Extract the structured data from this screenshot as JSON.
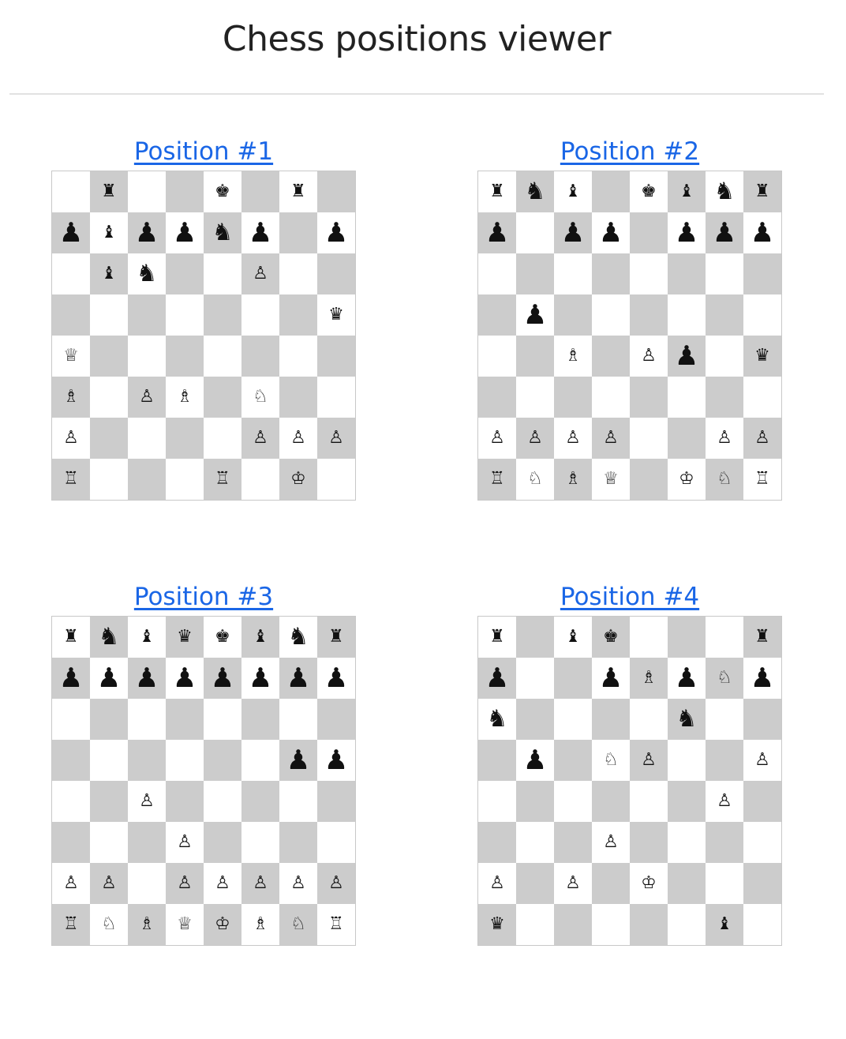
{
  "header": {
    "title": "Chess positions viewer"
  },
  "positions": [
    {
      "label": "Position #1",
      "board": [
        [
          "",
          "♜",
          "",
          "",
          "♚",
          "",
          "♜",
          ""
        ],
        [
          "♟",
          "♝",
          "♟",
          "♟",
          "♞",
          "♟",
          "",
          "♟"
        ],
        [
          "",
          "♝",
          "♞",
          "",
          "",
          "♙",
          "",
          ""
        ],
        [
          "",
          "",
          "",
          "",
          "",
          "",
          "",
          "♛"
        ],
        [
          "♕",
          "",
          "",
          "",
          "",
          "",
          "",
          ""
        ],
        [
          "♗",
          "",
          "♙",
          "♗",
          "",
          "♘",
          "",
          ""
        ],
        [
          "♙",
          "",
          "",
          "",
          "",
          "♙",
          "♙",
          "♙"
        ],
        [
          "♖",
          "",
          "",
          "",
          "♖",
          "",
          "♔",
          ""
        ]
      ]
    },
    {
      "label": "Position #2",
      "board": [
        [
          "♜",
          "♞",
          "♝",
          "",
          "♚",
          "♝",
          "♞",
          "♜"
        ],
        [
          "♟",
          "",
          "♟",
          "♟",
          "",
          "♟",
          "♟",
          "♟"
        ],
        [
          "",
          "",
          "",
          "",
          "",
          "",
          "",
          ""
        ],
        [
          "",
          "♟",
          "",
          "",
          "",
          "",
          "",
          ""
        ],
        [
          "",
          "",
          "♗",
          "",
          "♙",
          "♟",
          "",
          "♛"
        ],
        [
          "",
          "",
          "",
          "",
          "",
          "",
          "",
          ""
        ],
        [
          "♙",
          "♙",
          "♙",
          "♙",
          "",
          "",
          "♙",
          "♙"
        ],
        [
          "♖",
          "♘",
          "♗",
          "♕",
          "",
          "♔",
          "♘",
          "♖"
        ]
      ]
    },
    {
      "label": "Position #3",
      "board": [
        [
          "♜",
          "♞",
          "♝",
          "♛",
          "♚",
          "♝",
          "♞",
          "♜"
        ],
        [
          "♟",
          "♟",
          "♟",
          "♟",
          "♟",
          "♟",
          "♟",
          "♟"
        ],
        [
          "",
          "",
          "",
          "",
          "",
          "",
          "",
          ""
        ],
        [
          "",
          "",
          "",
          "",
          "",
          "",
          "♟",
          "♟"
        ],
        [
          "",
          "",
          "♙",
          "",
          "",
          "",
          "",
          ""
        ],
        [
          "",
          "",
          "",
          "♙",
          "",
          "",
          "",
          ""
        ],
        [
          "♙",
          "♙",
          "",
          "♙",
          "♙",
          "♙",
          "♙",
          "♙"
        ],
        [
          "♖",
          "♘",
          "♗",
          "♕",
          "♔",
          "♗",
          "♘",
          "♖"
        ]
      ]
    },
    {
      "label": "Position #4",
      "board": [
        [
          "♜",
          "",
          "♝",
          "♚",
          "",
          "",
          "",
          "♜"
        ],
        [
          "♟",
          "",
          "",
          "♟",
          "♗",
          "♟",
          "♘",
          "♟"
        ],
        [
          "♞",
          "",
          "",
          "",
          "",
          "♞",
          "",
          ""
        ],
        [
          "",
          "♟",
          "",
          "♘",
          "♙",
          "",
          "",
          "♙"
        ],
        [
          "",
          "",
          "",
          "",
          "",
          "",
          "♙",
          ""
        ],
        [
          "",
          "",
          "",
          "♙",
          "",
          "",
          "",
          ""
        ],
        [
          "♙",
          "",
          "♙",
          "",
          "♔",
          "",
          "",
          ""
        ],
        [
          "♛",
          "",
          "",
          "",
          "",
          "",
          "♝",
          ""
        ]
      ]
    }
  ]
}
